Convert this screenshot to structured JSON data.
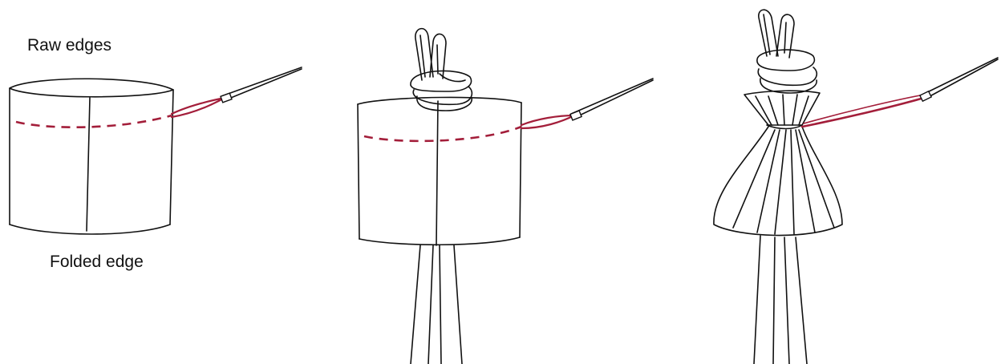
{
  "labels": {
    "raw_edges": "Raw edges",
    "folded_edge": "Folded edge"
  },
  "colors": {
    "outline": "#111111",
    "thread": "#a31e3a"
  },
  "steps": [
    "fabric-tube-with-running-stitch",
    "tube-slid-over-knotted-strands",
    "stitches-gathered-into-tassel"
  ]
}
